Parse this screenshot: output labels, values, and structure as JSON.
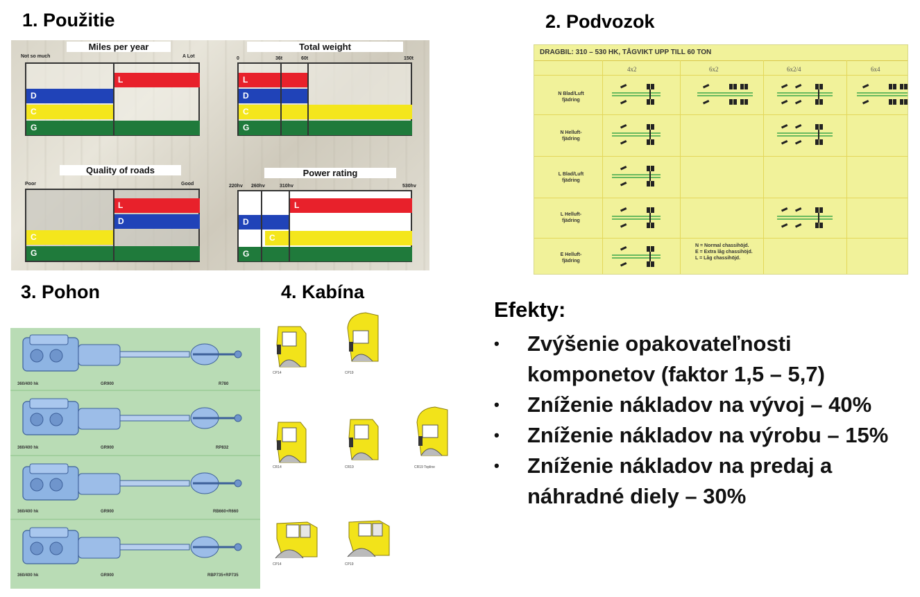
{
  "sections": {
    "s1": "1. Použitie",
    "s2": "2. Podvozok",
    "s3": "3. Pohon",
    "s4": "4. Kabína"
  },
  "usage": {
    "miles": {
      "title": "Miles per year",
      "left": "Not so much",
      "right": "A Lot"
    },
    "weight": {
      "title": "Total weight",
      "ticks": [
        "0",
        "36t",
        "60t",
        "150t"
      ]
    },
    "roads": {
      "title": "Quality of roads",
      "left": "Poor",
      "right": "Good"
    },
    "power": {
      "title": "Power rating",
      "ticks": [
        "220hv",
        "260hv",
        "310hv",
        "530hv"
      ]
    },
    "letters": {
      "L": "L",
      "D": "D",
      "C": "C",
      "G": "G"
    },
    "colors": {
      "L": "#e8212b",
      "D": "#2043b8",
      "C": "#f4e61c",
      "G": "#1f7a3b"
    }
  },
  "chassis": {
    "header": "DRAGBIL: 310 – 530 HK, TÅGVIKT UPP TILL 60 TON",
    "columns": [
      "4x2",
      "6x2",
      "6x2/4",
      "6x4"
    ],
    "rows": [
      {
        "line1": "N Blad/Luft",
        "line2": "fjädring"
      },
      {
        "line1": "N Helluft-",
        "line2": "fjädring"
      },
      {
        "line1": "L Blad/Luft",
        "line2": "fjädring"
      },
      {
        "line1": "L Helluft-",
        "line2": "fjädring"
      },
      {
        "line1": "E Helluft-",
        "line2": "fjädring"
      }
    ],
    "legend": {
      "n": "N = Normal chassihöjd.",
      "e": "E = Extra låg chassihöjd.",
      "l": "L = Låg chassihöjd."
    }
  },
  "drive": {
    "rows": [
      {
        "engine": "360/400 hk",
        "gearbox": "GR900",
        "axle": "R780"
      },
      {
        "engine": "360/400 hk",
        "gearbox": "GR900",
        "axle": "RP832"
      },
      {
        "engine": "360/400 hk",
        "gearbox": "GR900",
        "axle": "RB660+R660"
      },
      {
        "engine": "360/400 hk",
        "gearbox": "GR900",
        "axle": "RBP735+RP735"
      }
    ]
  },
  "cabins": {
    "labels": [
      "CP14",
      "CP19",
      "CR14",
      "CR19",
      "CR19 Topline",
      "CP14",
      "CP19"
    ]
  },
  "effects": {
    "title": "Efekty:",
    "items": [
      "Zvýšenie opakovateľnosti komponetov (faktor 1,5 – 5,7)",
      "Zníženie nákladov na vývoj – 40%",
      "Zníženie nákladov na výrobu – 15%",
      "Zníženie nákladov na predaj a náhradné diely – 30%"
    ]
  }
}
